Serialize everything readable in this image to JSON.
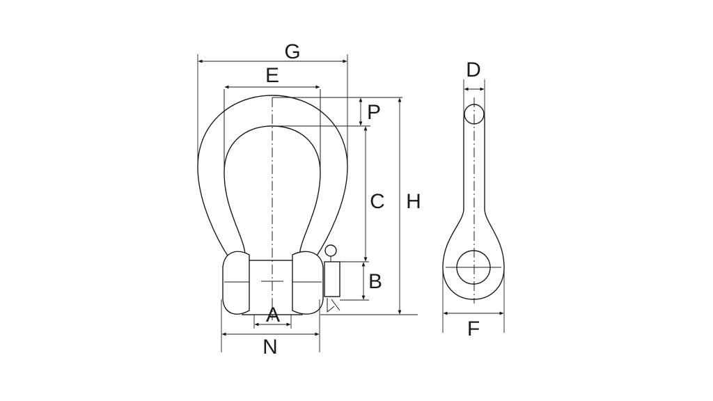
{
  "diagram": {
    "labels": {
      "g": "G",
      "e": "E",
      "p": "P",
      "c": "C",
      "h": "H",
      "b": "B",
      "a": "A",
      "n": "N",
      "d": "D",
      "f": "F"
    },
    "colors": {
      "line": "#1a1a1a",
      "background": "#ffffff"
    }
  }
}
